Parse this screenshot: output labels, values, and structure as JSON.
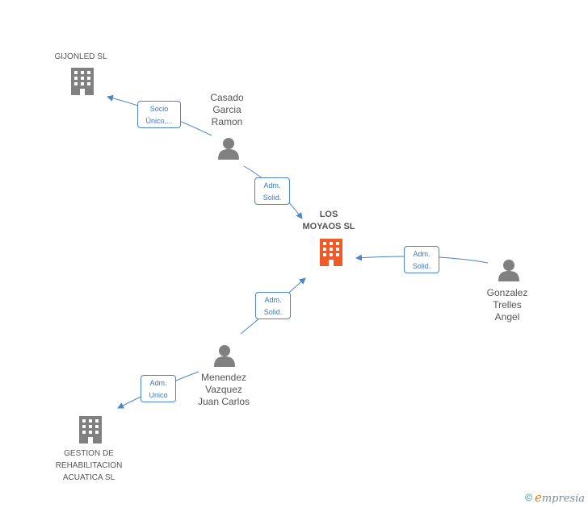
{
  "nodes": {
    "gijonled": {
      "label": "GIJONLED SL",
      "type": "company"
    },
    "los_moyaos": {
      "label_line1": "LOS",
      "label_line2": "MOYAOS SL",
      "type": "company-main",
      "color": "#f05a28"
    },
    "gestion": {
      "label_line1": "GESTION DE",
      "label_line2": "REHABILITACION",
      "label_line3": "ACUATICA SL",
      "type": "company"
    },
    "casado": {
      "label_line1": "Casado",
      "label_line2": "Garcia",
      "label_line3": "Ramon",
      "type": "person"
    },
    "gonzalez": {
      "label_line1": "Gonzalez",
      "label_line2": "Trelles",
      "label_line3": "Angel",
      "type": "person"
    },
    "menendez": {
      "label_line1": "Menendez",
      "label_line2": "Vazquez",
      "label_line3": "Juan Carlos",
      "type": "person"
    }
  },
  "edges": {
    "casado_gijonled": {
      "line1": "Socio",
      "line2": "Único,..."
    },
    "casado_moyaos": {
      "line1": "Adm.",
      "line2": "Solid."
    },
    "gonzalez_moyaos": {
      "line1": "Adm.",
      "line2": "Solid."
    },
    "menendez_moyaos": {
      "line1": "Adm.",
      "line2": "Solid."
    },
    "menendez_gestion": {
      "line1": "Adm.",
      "line2": "Unico"
    }
  },
  "footer": {
    "copyright": "©",
    "brand_initial": "e",
    "brand_rest": "mpresia"
  },
  "colors": {
    "edge": "#4a86c8",
    "icon_gray": "#808080",
    "main_company": "#f05a28"
  }
}
